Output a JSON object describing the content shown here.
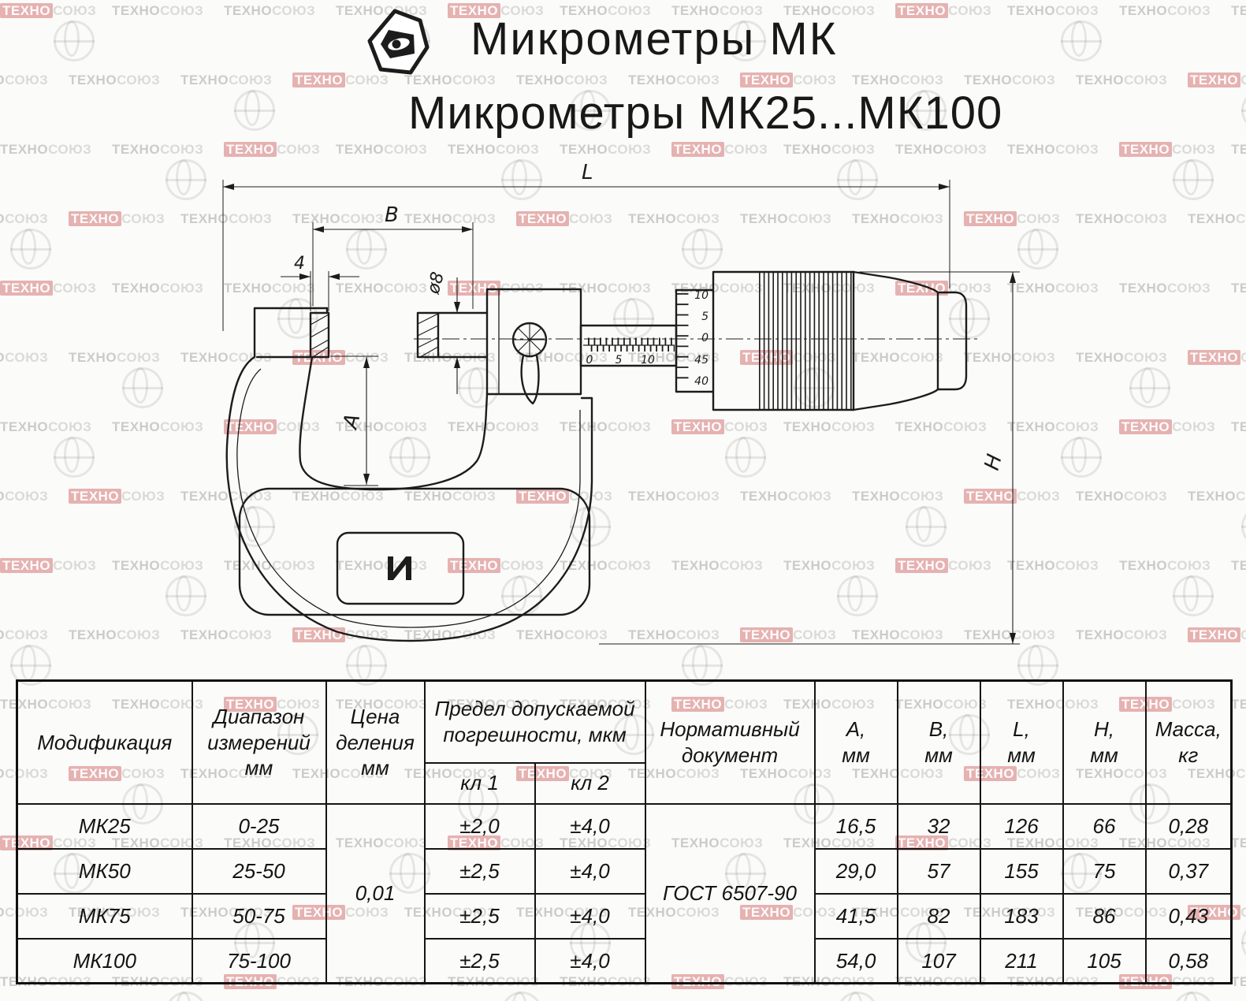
{
  "colors": {
    "ink": "#1c1c1c",
    "watermark_red": "#cf6a6a",
    "watermark_gray": "#9b9b9b"
  },
  "watermark": {
    "text_left": "ТЕХНО",
    "text_right": "СОЮЗ"
  },
  "header": {
    "title_line1": "Микрометры МК",
    "title_line2": "Микрометры МК25...МК100"
  },
  "drawing": {
    "dim_labels": {
      "len": "L",
      "b": "B",
      "four": "4",
      "dia": "ø8",
      "a": "А",
      "h": "Н"
    },
    "sleeve_scale": [
      "0",
      "5",
      "10"
    ],
    "thimble_scale": [
      "10",
      "5",
      "0",
      "45",
      "40"
    ]
  },
  "table": {
    "headers": {
      "modification": "Модификация",
      "range": "Диапазон\nизмерений\nмм",
      "division": "Цена\nделения\nмм",
      "error_limit": "Предел допускаемой\nпогрешности, мкм",
      "class1": "кл 1",
      "class2": "кл 2",
      "document": "Нормативный\nдокумент",
      "a": "А,\nмм",
      "b": "В,\nмм",
      "l": "L,\nмм",
      "h": "Н,\nмм",
      "mass": "Масса,\nкг"
    },
    "shared": {
      "division_value": "0,01",
      "document_value": "ГОСТ 6507-90"
    },
    "rows": [
      {
        "model": "МК25",
        "range": "0-25",
        "kl1": "±2,0",
        "kl2": "±4,0",
        "a": "16,5",
        "b": "32",
        "l": "126",
        "h": "66",
        "mass": "0,28"
      },
      {
        "model": "МК50",
        "range": "25-50",
        "kl1": "±2,5",
        "kl2": "±4,0",
        "a": "29,0",
        "b": "57",
        "l": "155",
        "h": "75",
        "mass": "0,37"
      },
      {
        "model": "МК75",
        "range": "50-75",
        "kl1": "±2,5",
        "kl2": "±4,0",
        "a": "41,5",
        "b": "82",
        "l": "183",
        "h": "86",
        "mass": "0,43"
      },
      {
        "model": "МК100",
        "range": "75-100",
        "kl1": "±2,5",
        "kl2": "±4,0",
        "a": "54,0",
        "b": "107",
        "l": "211",
        "h": "105",
        "mass": "0,58"
      }
    ]
  }
}
